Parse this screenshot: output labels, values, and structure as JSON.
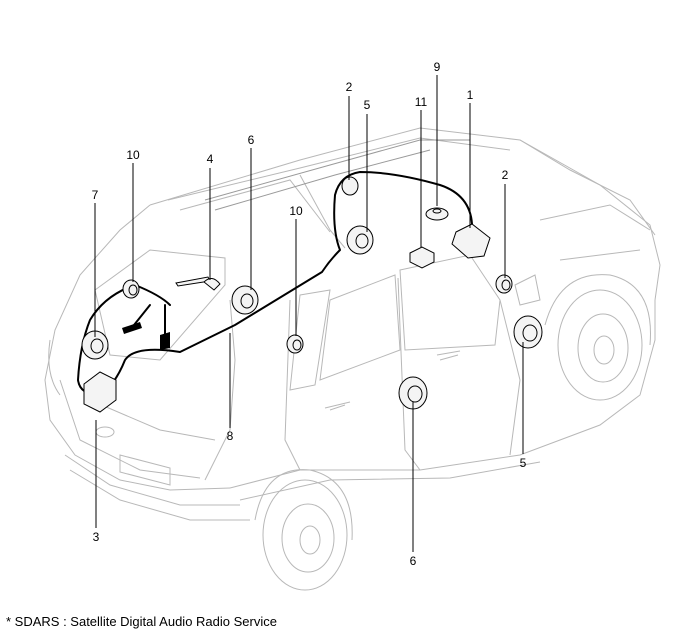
{
  "diagram": {
    "callouts": [
      {
        "id": "c1",
        "label": "1"
      },
      {
        "id": "c2a",
        "label": "2"
      },
      {
        "id": "c2b",
        "label": "2"
      },
      {
        "id": "c3",
        "label": "3"
      },
      {
        "id": "c4",
        "label": "4"
      },
      {
        "id": "c5a",
        "label": "5"
      },
      {
        "id": "c5b",
        "label": "5"
      },
      {
        "id": "c6a",
        "label": "6"
      },
      {
        "id": "c6b",
        "label": "6"
      },
      {
        "id": "c7",
        "label": "7"
      },
      {
        "id": "c8",
        "label": "8"
      },
      {
        "id": "c9",
        "label": "9"
      },
      {
        "id": "c10a",
        "label": "10"
      },
      {
        "id": "c10b",
        "label": "10"
      },
      {
        "id": "c11",
        "label": "11"
      }
    ],
    "footnote": "* SDARS : Satellite Digital Audio Radio Service",
    "colors": {
      "harness": "#000000",
      "vehicle_outline": "#b8b8b8"
    }
  }
}
